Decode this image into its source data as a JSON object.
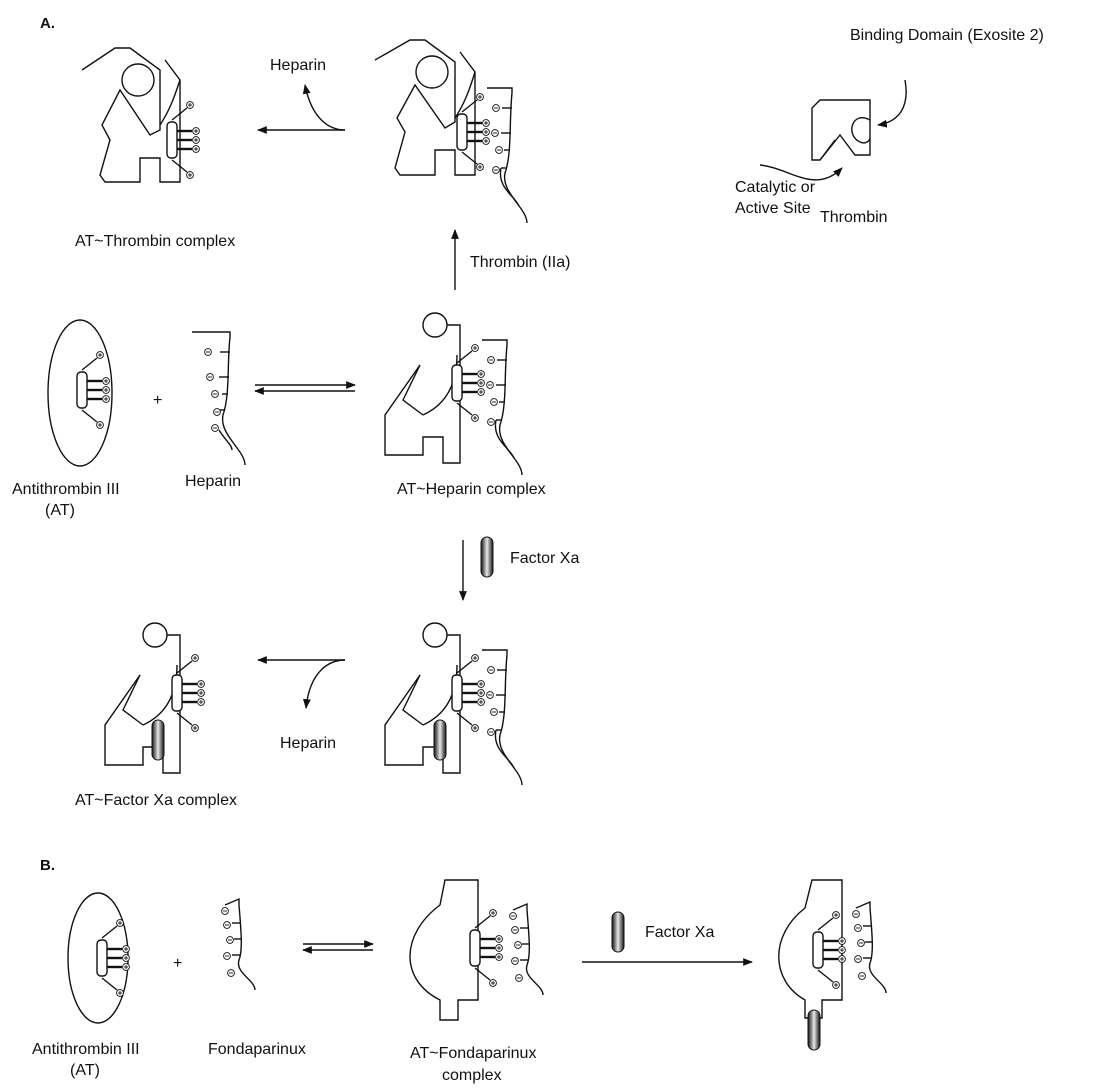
{
  "panel_a": {
    "label": "A.",
    "binding_domain_label": "Binding Domain (Exosite 2)",
    "catalytic_label_1": "Catalytic or",
    "catalytic_label_2": "Active Site",
    "thrombin_label": "Thrombin",
    "heparin_release_top": "Heparin",
    "at_thrombin_complex": "AT~Thrombin complex",
    "thrombin_iia": "Thrombin (IIa)",
    "antithrombin_1": "Antithrombin III",
    "antithrombin_2": "(AT)",
    "heparin_label": "Heparin",
    "plus": "+",
    "at_heparin_complex": "AT~Heparin complex",
    "factor_xa": "Factor Xa",
    "heparin_release_bottom": "Heparin",
    "at_factor_xa_complex": "AT~Factor Xa complex"
  },
  "panel_b": {
    "label": "B.",
    "antithrombin_1": "Antithrombin III",
    "antithrombin_2": "(AT)",
    "plus": "+",
    "fondaparinux": "Fondaparinux",
    "complex_1": "AT~Fondaparinux",
    "complex_2": "complex",
    "factor_xa": "Factor Xa"
  }
}
